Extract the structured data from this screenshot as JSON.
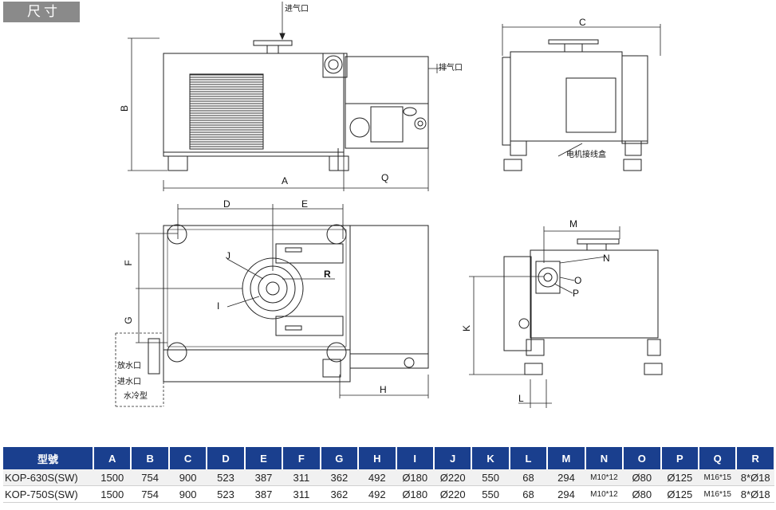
{
  "section_title": "尺寸",
  "labels": {
    "inlet": "进气口",
    "exhaust": "排气口",
    "motor_box": "电机接线盒",
    "drain": "放水口",
    "water_in": "进水口",
    "water_cooled": "水冷型",
    "A": "A",
    "B": "B",
    "C": "C",
    "D": "D",
    "E": "E",
    "F": "F",
    "G": "G",
    "H": "H",
    "I": "I",
    "J": "J",
    "K": "K",
    "L": "L",
    "M": "M",
    "N": "N",
    "O": "O",
    "P": "P",
    "Q": "Q",
    "R": "R"
  },
  "table": {
    "headers": [
      "型號",
      "A",
      "B",
      "C",
      "D",
      "E",
      "F",
      "G",
      "H",
      "I",
      "J",
      "K",
      "L",
      "M",
      "N",
      "O",
      "P",
      "Q",
      "R"
    ],
    "rows": [
      [
        "KOP-630S(SW)",
        "1500",
        "754",
        "900",
        "523",
        "387",
        "311",
        "362",
        "492",
        "Ø180",
        "Ø220",
        "550",
        "68",
        "294",
        "M10*12",
        "Ø80",
        "Ø125",
        "M16*15",
        "8*Ø18"
      ],
      [
        "KOP-750S(SW)",
        "1500",
        "754",
        "900",
        "523",
        "387",
        "311",
        "362",
        "492",
        "Ø180",
        "Ø220",
        "550",
        "68",
        "294",
        "M10*12",
        "Ø80",
        "Ø125",
        "M16*15",
        "8*Ø18"
      ]
    ]
  },
  "colors": {
    "header_bg": "#1a3f8e",
    "title_tab_bg": "#8a8a8a"
  }
}
